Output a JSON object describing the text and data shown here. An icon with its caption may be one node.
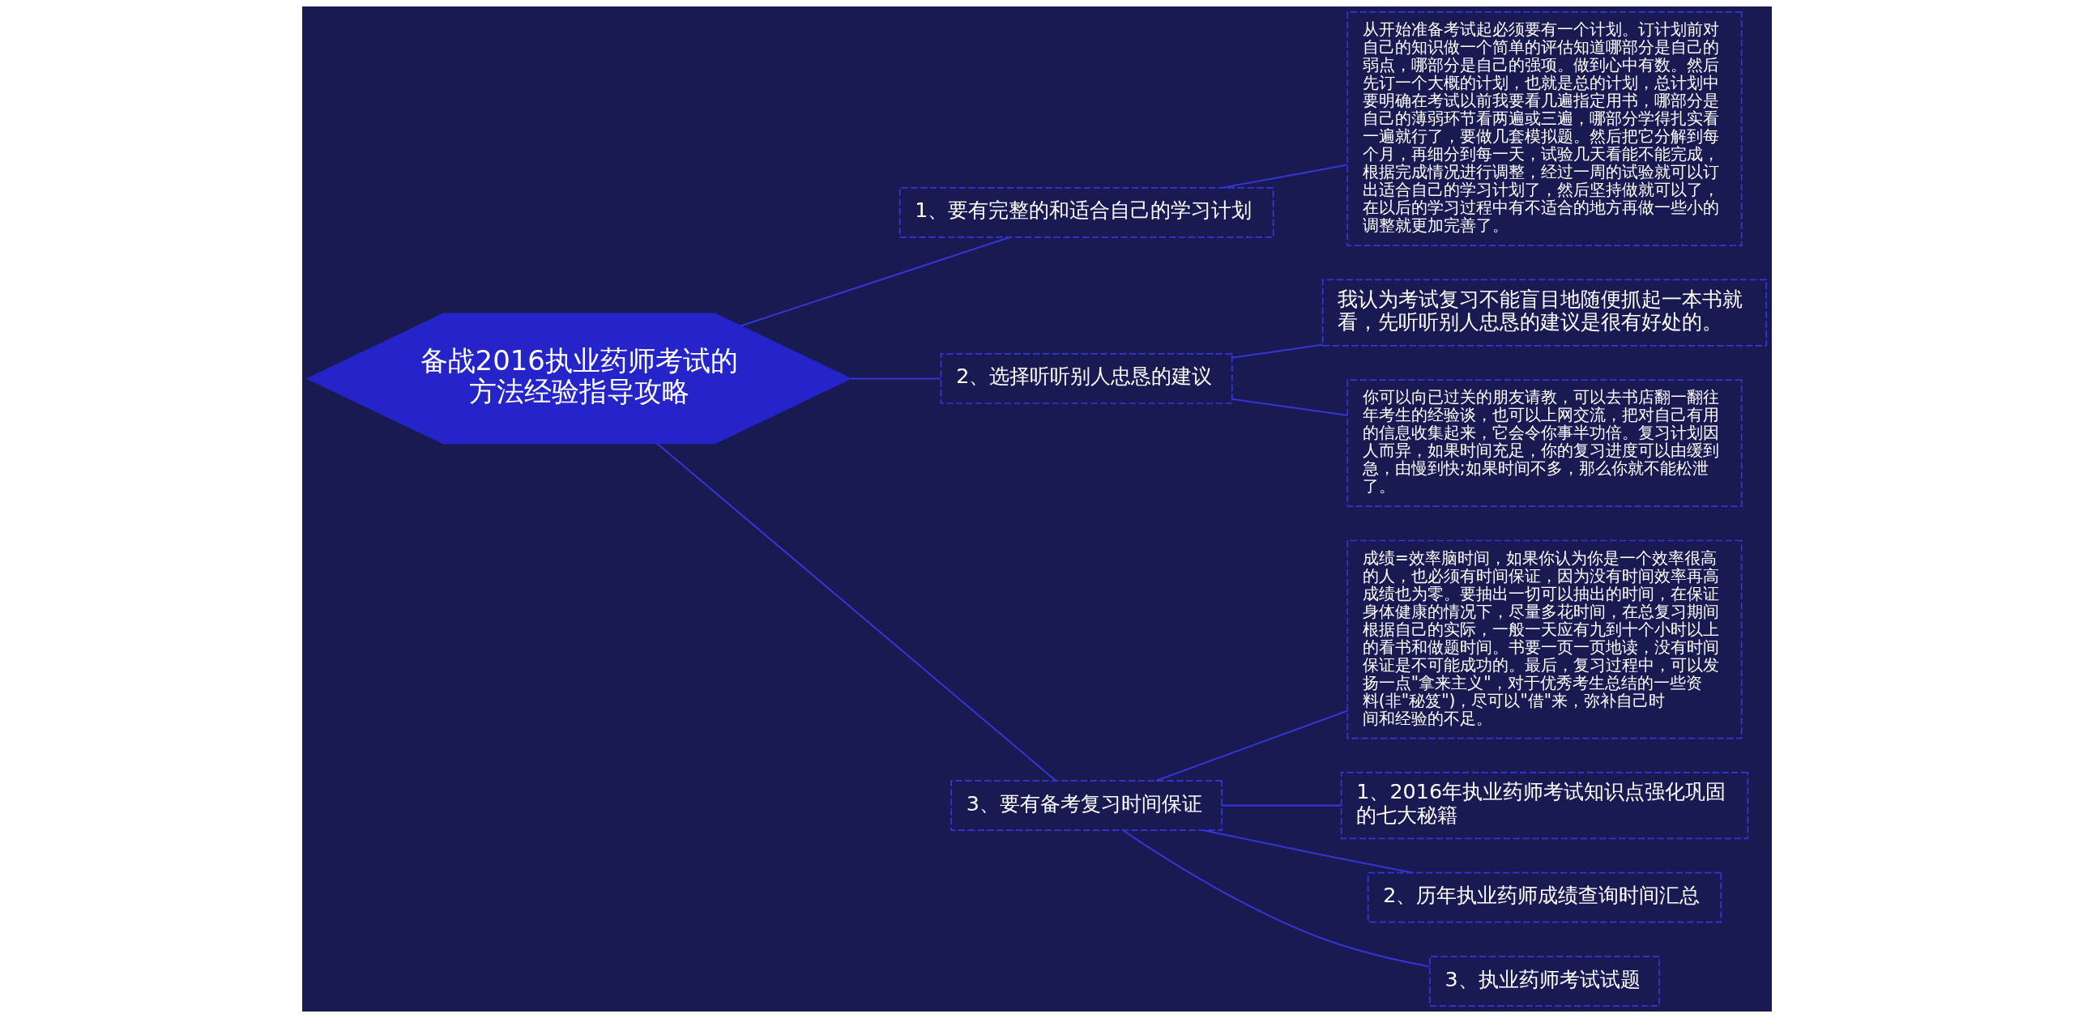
{
  "diagram": {
    "nodes": [
      {
        "text": [
          "备战2016执业药师考试的方法经验指导攻略"
        ]
      },
      {
        "text": [
          "1、要有完整的和适合自己的学习计划"
        ]
      },
      {
        "text": [
          "从开始准备考试起必须要有一个计划。订计划前对自己的知识做一个简单的评估知道哪部分是自己的弱点，哪部分是自己的强项。做到心中有数。然后先订一个大概的计划，也就是总的计划，总计划中要明确在考试以前我要看几遍指定用书，哪部分是自己的薄弱环节看两遍或三遍，哪部分学得扎实看一遍就行了，要做几套模拟题。然后把它分解到每个月，再细分到每一天，试验几天看能不能完成，根据完成情况进行调整，经过一周的试验就可以订出适合自己的学习计划了，然后坚持做就可以了，在以后的学习过程中有不适合的地方再做一些小的调整就更加完善了。"
        ]
      },
      {
        "text": [
          "2、选择听听别人忠恳的建议"
        ]
      },
      {
        "text": [
          "我认为考试复习不能盲目地随便抓起一本书就看，先听听别人忠恳的建议是很有好处的。"
        ]
      },
      {
        "text": [
          "你可以向已过关的朋友请教，可以去书店翻一翻往年考生的经验谈，也可以上网交流，把对自己有用的信息收集起来，它会令你事半功倍。复习计划因人而异，如果时间充足，你的复习进度可以由缓到急，由慢到快;如果时间不多，那么你就不能松泄了。"
        ]
      },
      {
        "text": [
          "3、要有备考复习时间保证"
        ]
      },
      {
        "text": [
          "成绩=效率脑时间，如果你认为你是一个效率很高的人，也必须有时间保证，因为没有时间效率再高成绩也为零。要抽出一切可以抽出的时间，在保证身体健康的情况下，尽量多花时间，在总复习期间根据自己的实际，一般一天应有九到十个小时以上的看书和做题时间。书要一页一页地读，没有时间保证是不可能成功的。最后，复习过程中，可以发扬一点\"拿来主义\"，对于优秀考生总结的一些资料(非\"秘笈\")，尽可以\"借\"来，弥补自己时间和经验的不足。"
        ]
      },
      {
        "text": [
          "1、2016年执业药师考试知识点强化巩固的七大秘籍"
        ]
      },
      {
        "text": [
          "2、历年执业药师成绩查询时间汇总"
        ]
      },
      {
        "text": [
          "3、执业药师考试试题"
        ]
      }
    ],
    "edges": [
      {
        "from": 0,
        "to": 1,
        "arrow": "none"
      },
      {
        "from": 1,
        "to": 2,
        "arrow": "none"
      },
      {
        "from": 0,
        "to": 3,
        "arrow": "none"
      },
      {
        "from": 3,
        "to": 4,
        "arrow": "none"
      },
      {
        "from": 3,
        "to": 5,
        "arrow": "none"
      },
      {
        "from": 0,
        "to": 6,
        "arrow": "none"
      },
      {
        "from": 6,
        "to": 7,
        "arrow": "none"
      },
      {
        "from": 6,
        "to": 8,
        "arrow": "none"
      },
      {
        "from": 6,
        "to": 9,
        "arrow": "none"
      },
      {
        "from": 6,
        "to": 10,
        "arrow": "none"
      }
    ]
  }
}
